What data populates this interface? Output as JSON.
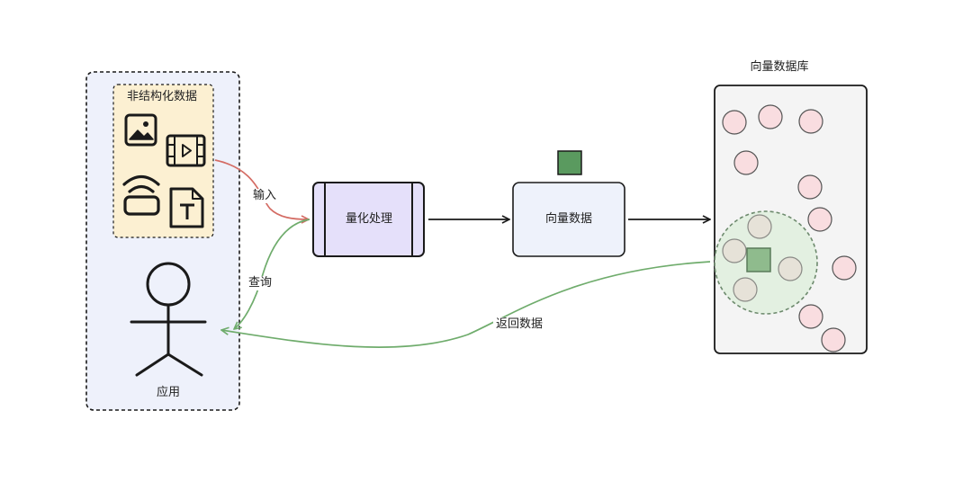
{
  "app_group": {
    "unstructured_title": "非结构化数据",
    "user_label": "应用"
  },
  "edges": {
    "input": "输入",
    "query": "查询",
    "return": "返回数据"
  },
  "nodes": {
    "quantize": "量化处理",
    "vector": "向量数据"
  },
  "database": {
    "title": "向量数据库"
  },
  "icons": [
    "image-icon",
    "video-icon",
    "audio-icon",
    "text-icon"
  ],
  "colors": {
    "app_group_fill": "#eef1fb",
    "unstructured_fill": "#fcf0d2",
    "quantize_fill": "#e5e0fa",
    "vector_fill": "#eef2fb",
    "database_fill": "#f4f4f4",
    "vector_point": "#f9dde0",
    "query_point": "#5a9a5f",
    "input_arrow": "#d46c64",
    "query_arrow": "#6fac6c"
  }
}
